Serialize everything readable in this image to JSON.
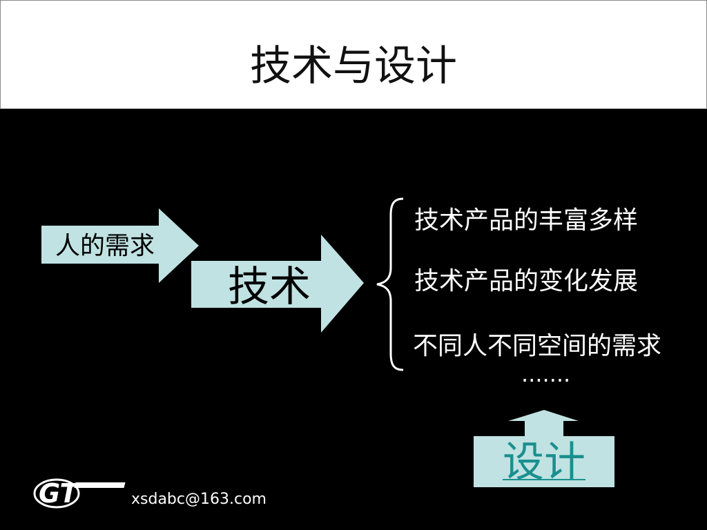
{
  "slide": {
    "title": "技术与设计",
    "need_label": "人的需求",
    "tech_label": "技术",
    "items": [
      "技术产品的丰富多样",
      "技术产品的变化发展",
      "不同人不同空间的需求"
    ],
    "ellipsis": "·······",
    "design_label": "设计"
  },
  "footer": {
    "logo_text": "GT",
    "email": "xsdabc@163.com"
  },
  "colors": {
    "arrow_fill": "#c1e2e2",
    "background": "#000000",
    "design_text": "#1a8f8f"
  }
}
